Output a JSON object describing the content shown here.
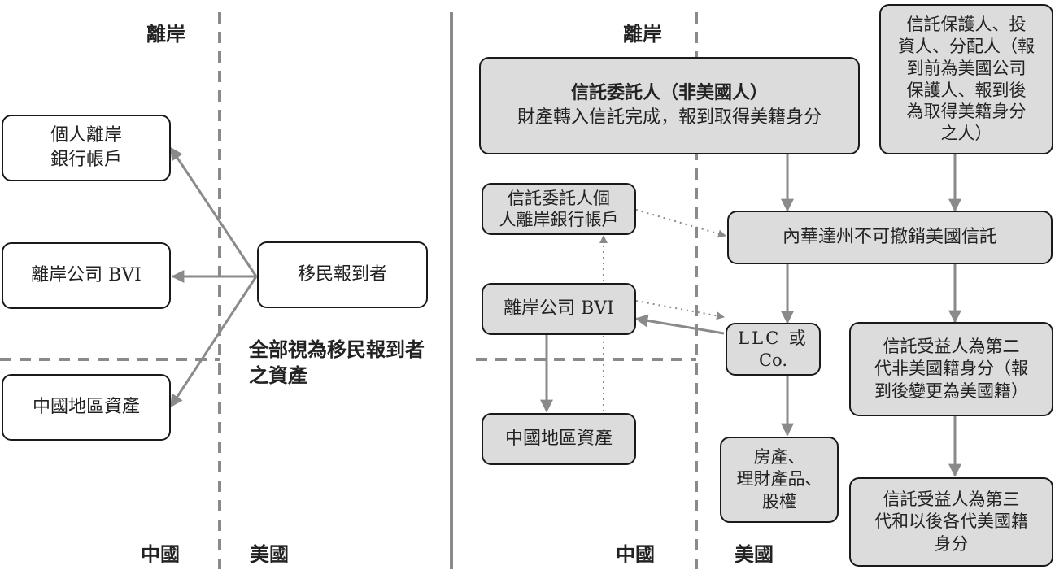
{
  "left": {
    "region_offshore": "離岸",
    "region_china": "中國",
    "region_usa": "美國",
    "personal_account": [
      "個人離岸",
      "銀行帳戶"
    ],
    "offshore_company": "離岸公司 BVI",
    "china_assets": "中國地區資產",
    "immigrant": "移民報到者",
    "note": [
      "全部視為移民報到者",
      "之資產"
    ]
  },
  "right": {
    "region_offshore": "離岸",
    "region_china": "中國",
    "region_usa": "美國",
    "settlor": {
      "title": "信託委託人（非美國人）",
      "subtitle": "財產轉入信託完成，報到取得美籍身分"
    },
    "protector": [
      "信託保護人、投",
      "資人、分配人（報",
      "到前為美國公司",
      "保護人、報到後",
      "為取得美籍身分",
      "之人）"
    ],
    "settlor_account": [
      "信託委託人個",
      "人離岸銀行帳戶"
    ],
    "delaware_trust": "內華達州不可撤銷美國信託",
    "offshore_company": "離岸公司 BVI",
    "llc": [
      "LLC 或",
      "Co."
    ],
    "beneficiary_second": [
      "信託受益人為第二",
      "代非美國籍身分（報",
      "到後變更為美國籍）"
    ],
    "china_assets": "中國地區資產",
    "property": [
      "房產、",
      "理財產品、",
      "股權"
    ],
    "beneficiary_third": [
      "信託受益人為第三",
      "代和以後各代美國籍",
      "身分"
    ]
  }
}
